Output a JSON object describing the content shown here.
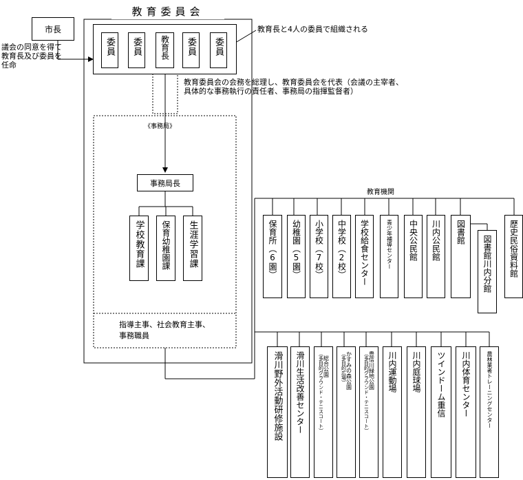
{
  "committee_title": "教育委員会",
  "mayor_label": "市長",
  "appointment_note": [
    "議会の同意を得て",
    "教育長及び委員を",
    "任命"
  ],
  "members": [
    {
      "label": "委員"
    },
    {
      "label": "委員"
    },
    {
      "label": "教育長"
    },
    {
      "label": "委員"
    },
    {
      "label": "委員"
    }
  ],
  "composition_note": "教育長と4人の委員で組織される",
  "superintendent_note": [
    "教育委員会の会務を総理し、教育委員会を代表（会議の主宰者、",
    "具体的な事務執行の責任者、事務局の指揮監督者）"
  ],
  "secretariat": {
    "label": "《事務局》",
    "director": "事務局長",
    "divisions": [
      "学校教育課",
      "保育幼稚園課",
      "生涯学習課"
    ],
    "staff_note": [
      "指導主事、社会教育主事、",
      "事務職員"
    ]
  },
  "institutions_label": "教育機関",
  "institutions": [
    {
      "label": "保育所（6園）"
    },
    {
      "label": "幼稚園（5園）"
    },
    {
      "label": "小学校（7校）"
    },
    {
      "label": "中学校（2校）"
    },
    {
      "label": "学校給食センター"
    },
    {
      "label": "青少年補導センター"
    },
    {
      "label": "中央公民館"
    },
    {
      "label": "川内公民館"
    },
    {
      "label": "図書館"
    },
    {
      "label": "図書館川内分館"
    },
    {
      "label": "歴史民俗資料館"
    }
  ],
  "facilities": [
    {
      "label": "滑川野外活動研修施設"
    },
    {
      "label": "滑川生活改善センター"
    },
    {
      "label": "総合公園",
      "sub": "（多目的グラウンド・テニスコート）"
    },
    {
      "label": "かすみの森公園",
      "sub": "（多目的広場）"
    },
    {
      "label": "豊信川緑地公園",
      "sub": "（多目的グラウンド・テニスコート）"
    },
    {
      "label": "川内運動場"
    },
    {
      "label": "川内庭球場"
    },
    {
      "label": "ツインドーム重信"
    },
    {
      "label": "川内体育センター"
    },
    {
      "label": "農林業者トレーニングセンター"
    }
  ]
}
